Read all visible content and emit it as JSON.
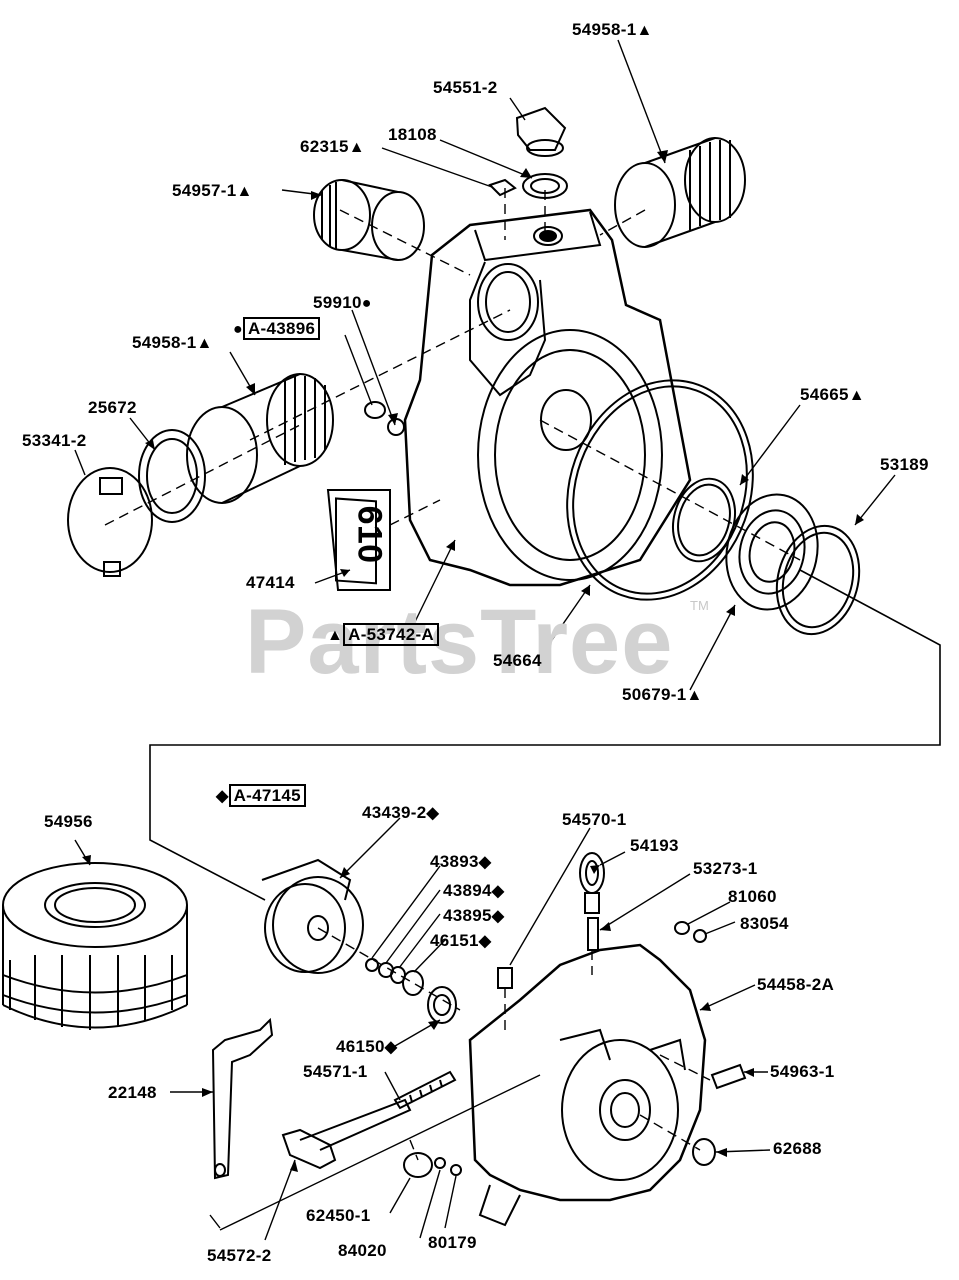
{
  "watermark": {
    "text": "PartsTree",
    "tm": "TM"
  },
  "symbols": {
    "triangle": "▲",
    "circle": "●",
    "diamond": "◆"
  },
  "part_numbers": {
    "p54958_1_top": "54958-1",
    "p54551_2": "54551-2",
    "p18108": "18108",
    "p62315": "62315",
    "p54957_1": "54957-1",
    "p59910": "59910",
    "pA43896": "A-43896",
    "p54958_1_left": "54958-1",
    "p25672": "25672",
    "p53341_2": "53341-2",
    "p54665": "54665",
    "p53189": "53189",
    "p47414": "47414",
    "pA53742A": "A-53742-A",
    "p54664": "54664",
    "p50679_1": "50679-1",
    "pA47145": "A-47145",
    "p54956": "54956",
    "p43439_2": "43439-2",
    "p54570_1": "54570-1",
    "p54193": "54193",
    "p53273_1": "53273-1",
    "p43893": "43893",
    "p43894": "43894",
    "p43895": "43895",
    "p46151": "46151",
    "p81060": "81060",
    "p83054": "83054",
    "p54458_2A": "54458-2A",
    "p46150": "46150",
    "p54571_1": "54571-1",
    "p22148": "22148",
    "p54963_1": "54963-1",
    "p62688": "62688",
    "p62450_1": "62450-1",
    "p54572_2": "54572-2",
    "p84020": "84020",
    "p80179": "80179"
  },
  "decal_text": "610"
}
